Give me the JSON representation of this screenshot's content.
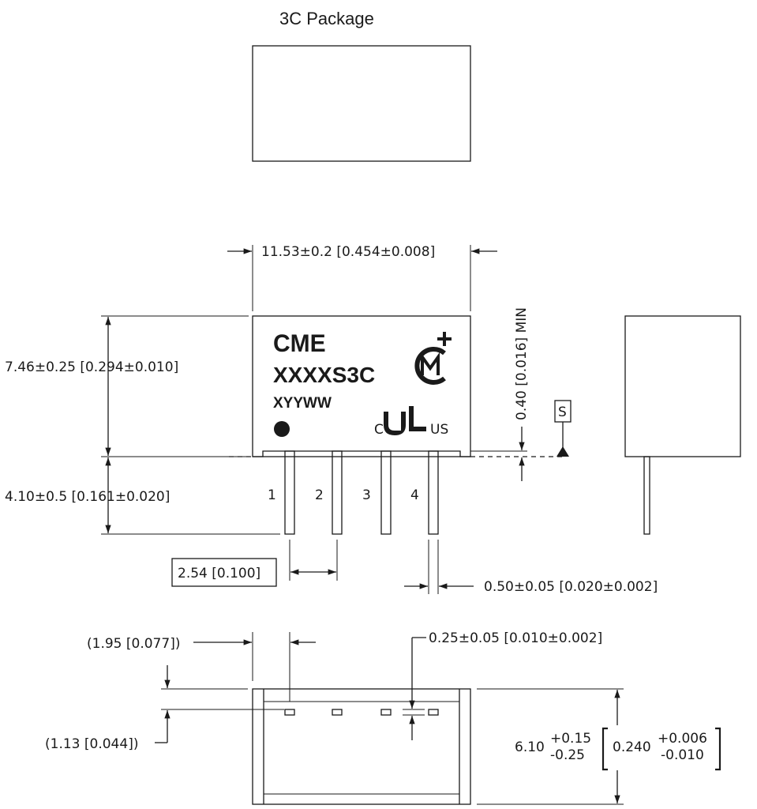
{
  "package_title": "3C Package",
  "marking": {
    "brand": "CME",
    "part": "XXXXS3C",
    "date_code": "XYYWW",
    "cert_prefix": "C",
    "cert_suffix": "US",
    "logo_icon": "cm-plus-logo-icon",
    "cert_icon": "ul-mark-icon"
  },
  "pins": [
    "1",
    "2",
    "3",
    "4"
  ],
  "dimensions": {
    "width": "11.53±0.2 [0.454±0.008]",
    "height": "7.46±0.25 [0.294±0.010]",
    "pin_length": "4.10±0.5 [0.161±0.020]",
    "pin_pitch": "2.54 [0.100]",
    "pin_width": "0.50±0.05 [0.020±0.002]",
    "standoff": "0.40 [0.016]  MIN",
    "datum": "S",
    "edge_to_pin": "(1.95 [0.077])",
    "pin_thickness": "0.25±0.05 [0.010±0.002]",
    "pin_offset": "(1.13 [0.044])",
    "depth_mm_base": "6.10",
    "depth_mm_plus": "+0.15",
    "depth_mm_minus": "-0.25",
    "depth_in_base": "0.240",
    "depth_in_plus": "+0.006",
    "depth_in_minus": "-0.010"
  }
}
